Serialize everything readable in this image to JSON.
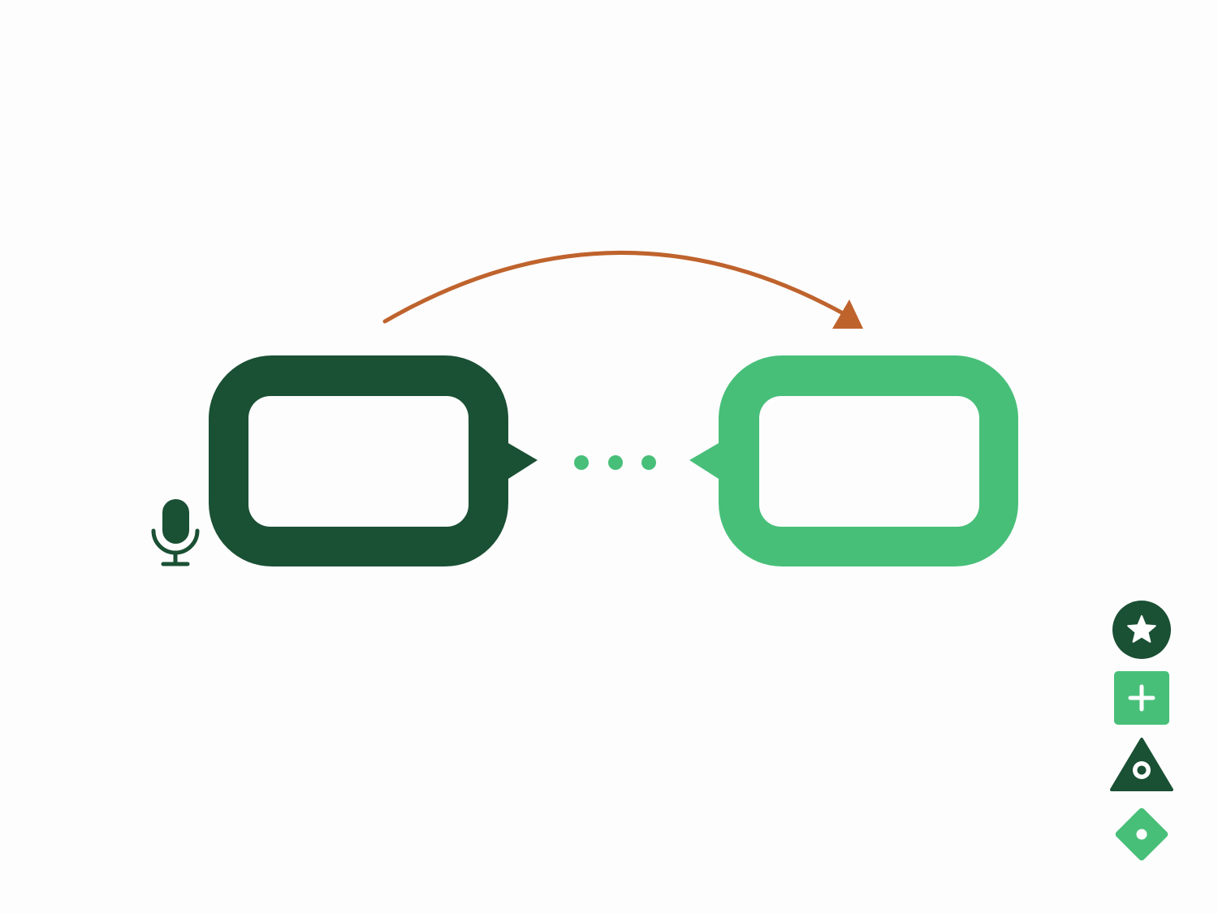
{
  "colors": {
    "dark_green": "#1a5034",
    "light_green": "#48bf79",
    "arrow_orange": "#bf632d",
    "background": "#fdfdfd",
    "white": "#ffffff"
  },
  "left_bubble": {
    "icon": "microphone-icon",
    "color": "dark_green"
  },
  "right_bubble": {
    "color": "light_green"
  },
  "connector": {
    "type": "curved-arrow",
    "direction": "left-to-right",
    "color": "arrow_orange"
  },
  "typing_indicator": {
    "dots": 3,
    "color": "light_green"
  },
  "toolbar": {
    "items": [
      {
        "icon": "star-circle-icon",
        "color": "dark_green"
      },
      {
        "icon": "plus-square-icon",
        "color": "light_green"
      },
      {
        "icon": "eye-triangle-icon",
        "color": "dark_green"
      },
      {
        "icon": "dot-diamond-icon",
        "color": "light_green"
      }
    ]
  }
}
